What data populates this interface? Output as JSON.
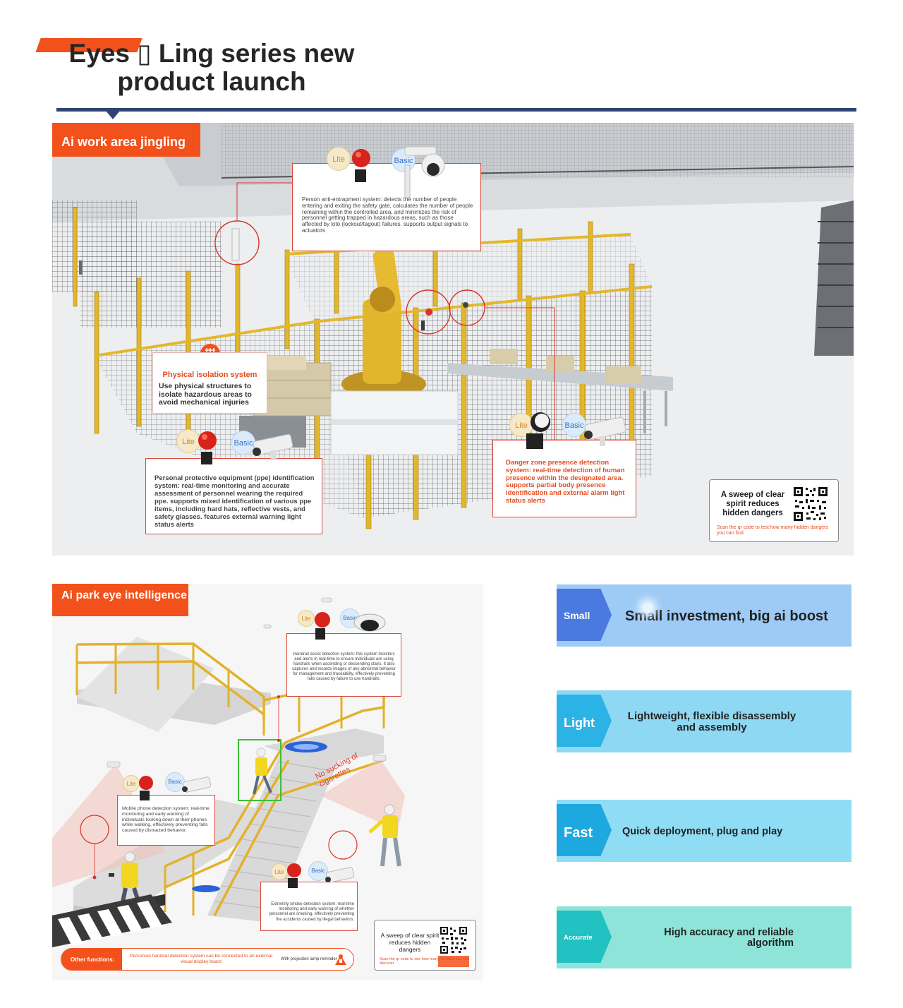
{
  "header": {
    "title_line1": "Eyes ▯ Ling series new",
    "title_line2": "product launch"
  },
  "section1": {
    "tag": "Ai work area jingling",
    "anti_entrapment": {
      "lite": "Lite",
      "basic": "Basic",
      "text": "Person anti-entrapment system: detects the number of people entering and exiting the safety gate, calculates the number of people remaining within the controlled area, and minimizes the risk of personnel getting trapped in hazardous areas, such as those affected by loto (lockout/tagout) failures. supports output signals to actuators"
    },
    "physical_isolation": {
      "title": "Physical isolation system",
      "text": "Use physical structures to isolate hazardous areas to avoid mechanical injuries"
    },
    "ppe": {
      "lite": "Lite",
      "basic": "Basic",
      "text": "Personal protective equipment (ppe) identification system: real-time monitoring and accurate assessment of personnel wearing the required ppe. supports mixed identification of various ppe items, including hard hats, reflective vests, and safety glasses. features external warning light status alerts"
    },
    "danger_zone": {
      "lite": "Lite",
      "basic": "Basic",
      "text": "Danger zone presence detection system: real-time detection of human presence within the designated area. supports partial body presence identification and external alarm light status alerts"
    },
    "qr": {
      "title": "A sweep of clear spirit reduces hidden dangers",
      "sub": "Scan the qr code to test how many hidden dangers you can find"
    }
  },
  "section2": {
    "tag": "Ai park eye intelligence",
    "handrail": {
      "lite": "Lite",
      "basic": "Basic",
      "text": "Handrail assist detection system: this system monitors and alerts in real-time to ensure individuals are using handrails when ascending or descending stairs. It also captures and records images of any abnormal behavior for management and traceability, effectively preventing falls caused by failure to use handrails."
    },
    "phone": {
      "lite": "Lite",
      "basic": "Basic",
      "text": "Mobile phone detection system: real-time monitoring and early warning of individuals looking down at their phones while walking, effectively preventing falls caused by distracted behavior."
    },
    "smoke": {
      "lite": "Lite",
      "basic": "Basic",
      "text": "Extremity smoke detection system: real-time monitoring and early warning of whether personnel are smoking, effectively preventing fire accidents caused by illegal behaviors."
    },
    "no_smoking": "No sucking of cigarettes",
    "qr": {
      "title": "A sweep of clear spirit reduces hidden dangers",
      "sub": "Scan the qr code to see how many firearms you can discover"
    },
    "other": {
      "label": "Other functions:",
      "item1": "Personnel handrail detection system can be connected to an external visual display board",
      "item2": "With projection lamp reminder"
    }
  },
  "features": [
    {
      "key": "Small",
      "desc": "Small investment, big ai boost",
      "color": "#4a79e0",
      "bg": "#9ecbf6"
    },
    {
      "key": "Light",
      "desc": "Lightweight, flexible disassembly and assembly",
      "color": "#2bb3e6",
      "bg": "#8fd8f4"
    },
    {
      "key": "Fast",
      "desc": "Quick deployment, plug and play",
      "color": "#1ea8e0",
      "bg": "#8fdcf5"
    },
    {
      "key": "Accurate",
      "desc": "High accuracy and reliable algorithm",
      "color": "#22c1c2",
      "bg": "#8ee4d8"
    }
  ],
  "colors": {
    "accent": "#f2511b",
    "navy": "#2f4474"
  }
}
